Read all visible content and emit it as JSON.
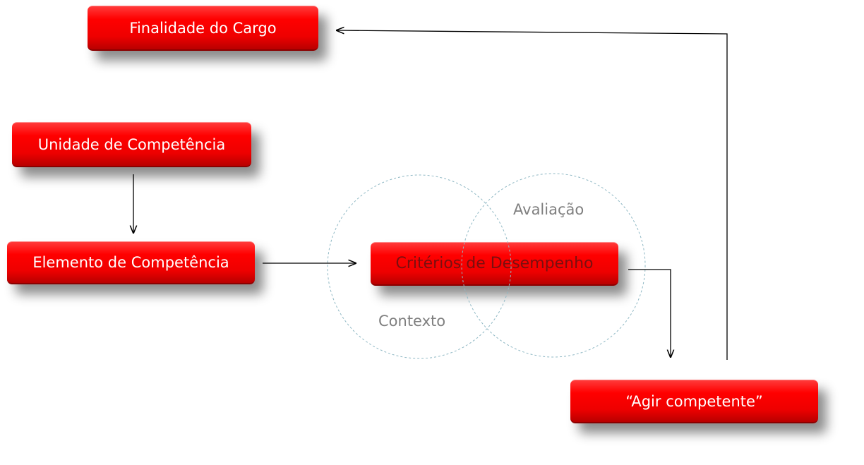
{
  "nodes": {
    "finalidade": "Finalidade do Cargo",
    "unidade": "Unidade de Competência",
    "elemento": "Elemento de Competência",
    "criterios": "Critérios de Desempenho",
    "agir": "“Agir competente”"
  },
  "circles": {
    "avaliacao": "Avaliação",
    "contexto": "Contexto"
  },
  "colors": {
    "node_fill": "#ff0000",
    "node_text": "#ffffff",
    "criterios_text": "#7a0f0f",
    "circle_stroke": "#8fb8c4",
    "circle_text": "#7f7f7f",
    "connector": "#000000"
  }
}
